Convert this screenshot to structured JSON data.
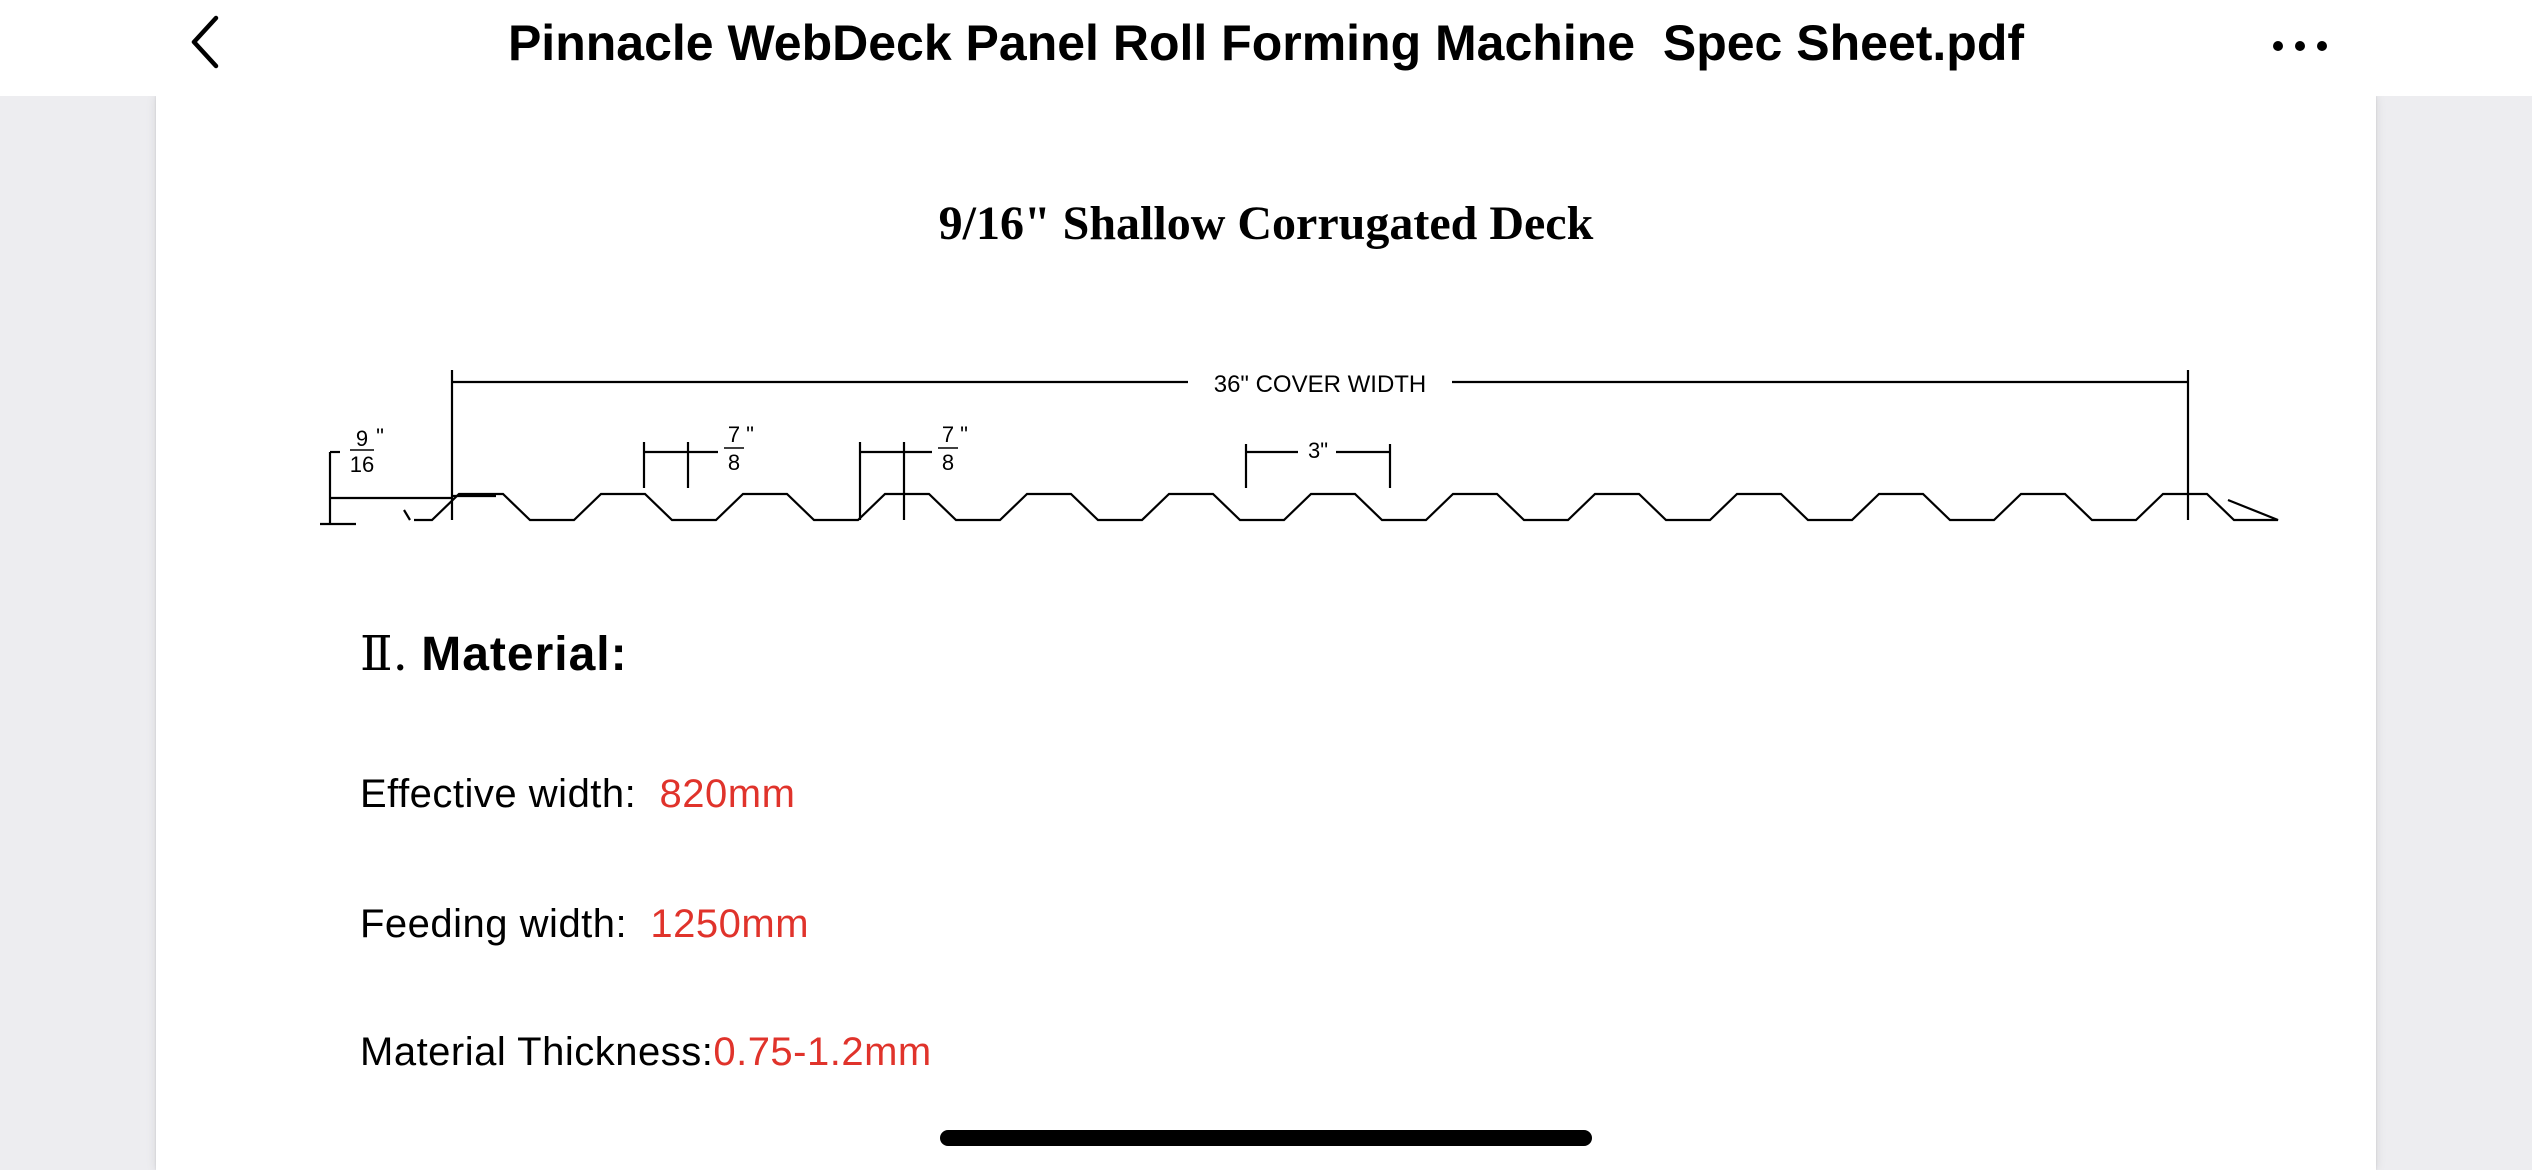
{
  "header": {
    "title": "Pinnacle WebDeck Panel Roll Forming Machine  Spec Sheet.pdf",
    "back_icon": "chevron-left-icon",
    "more_icon": "ellipsis-icon"
  },
  "document": {
    "deck_title": "9/16\" Shallow Corrugated Deck",
    "drawing": {
      "cover_width_label": "36\" COVER WIDTH",
      "height_label": {
        "numerator": "9",
        "denominator": "16",
        "mark": "\""
      },
      "rib_label_1": {
        "numerator": "7",
        "denominator": "8",
        "mark": "\""
      },
      "rib_label_2": {
        "numerator": "7",
        "denominator": "8",
        "mark": "\""
      },
      "pitch_label": "3\""
    },
    "section": {
      "numeral": "Ⅱ.",
      "title": "Material:"
    },
    "specs": [
      {
        "label": "Effective width:  ",
        "value": "820mm"
      },
      {
        "label": "Feeding width:  ",
        "value": "1250mm"
      },
      {
        "label": "Material Thickness:",
        "value": "0.75-1.2mm"
      }
    ]
  },
  "colors": {
    "accent_value": "#e0332b",
    "background": "#ededf0"
  }
}
